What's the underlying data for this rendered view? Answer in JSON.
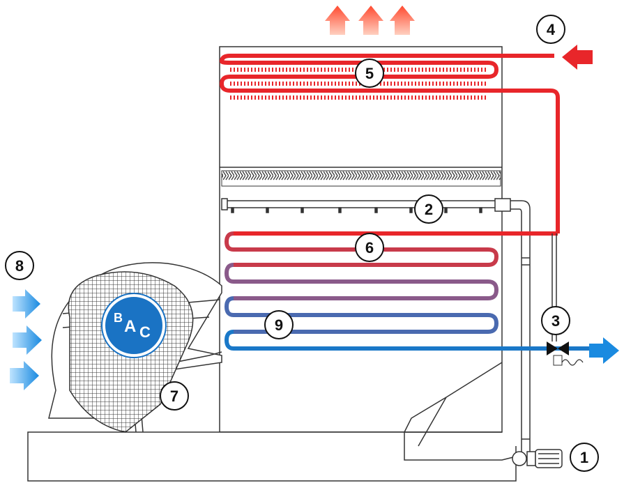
{
  "diagram": {
    "callouts": [
      {
        "id": "1",
        "label": "1"
      },
      {
        "id": "2",
        "label": "2"
      },
      {
        "id": "3",
        "label": "3"
      },
      {
        "id": "4",
        "label": "4"
      },
      {
        "id": "5",
        "label": "5"
      },
      {
        "id": "6",
        "label": "6"
      },
      {
        "id": "7",
        "label": "7"
      },
      {
        "id": "8",
        "label": "8"
      },
      {
        "id": "9",
        "label": "9"
      }
    ],
    "logo": {
      "b": "B",
      "a": "A",
      "c": "C"
    },
    "colors": {
      "hot": "#e8262a",
      "cold": "#1a78c8",
      "outline": "#333333",
      "exhaust": "#ff9a80",
      "air_in": "#4aa8e8",
      "logo_bg": "#1a73c4"
    },
    "icons": {
      "hot_inlet": "arrow-left-icon",
      "cold_outlet": "arrow-right-icon",
      "exhaust": "arrow-up-icon",
      "air_intake": "arrow-right-icon",
      "pump": "pump-motor-icon",
      "valve": "three-way-valve-icon",
      "fan": "centrifugal-fan-icon"
    }
  }
}
